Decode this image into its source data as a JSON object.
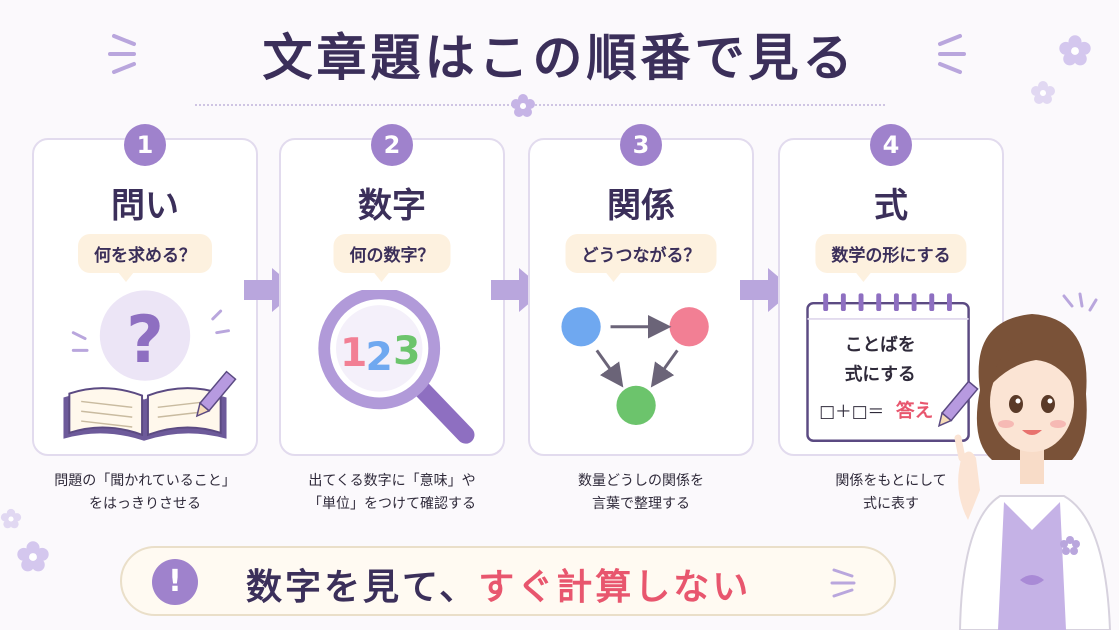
{
  "title": "文章題はこの順番で見る",
  "steps": [
    {
      "number": "1",
      "title": "問い",
      "bubble": "何を求める？",
      "illustration": "question-book",
      "question_mark": "?",
      "desc_line1": "問題の「聞かれていること」",
      "desc_line2": "をはっきりさせる"
    },
    {
      "number": "2",
      "title": "数字",
      "bubble": "何の数字？",
      "illustration": "magnifier-123",
      "digits": [
        "1",
        "2",
        "3"
      ],
      "desc_line1": "出てくる数字に「意味」や",
      "desc_line2": "「単位」をつけて確認する"
    },
    {
      "number": "3",
      "title": "関係",
      "bubble": "どうつながる？",
      "illustration": "relation-circles",
      "desc_line1": "数量どうしの関係を",
      "desc_line2": "言葉で整理する"
    },
    {
      "number": "4",
      "title": "式",
      "bubble": "数学の形にする",
      "illustration": "notepad-formula",
      "note_line1": "ことばを",
      "note_line2": "式にする",
      "formula": "□＋□＝",
      "formula_answer": "答え",
      "desc_line1": "関係をもとにして",
      "desc_line2": "式に表す"
    }
  ],
  "banner": {
    "icon": "!",
    "text_normal": "数字を見て、",
    "text_highlight": "すぐ計算しない"
  },
  "colors": {
    "accent_purple": "#9f82cc",
    "highlight_red": "#e8566e",
    "bubble_bg": "#fdf1df",
    "circle_blue": "#6fa8f0",
    "circle_pink": "#f27f94",
    "circle_green": "#6cc46c"
  },
  "icons": [
    "sparkle-icon",
    "flower-icon",
    "arrow-right-icon",
    "exclamation-icon",
    "pencil-icon",
    "magnifier-icon",
    "book-icon",
    "notepad-icon"
  ]
}
